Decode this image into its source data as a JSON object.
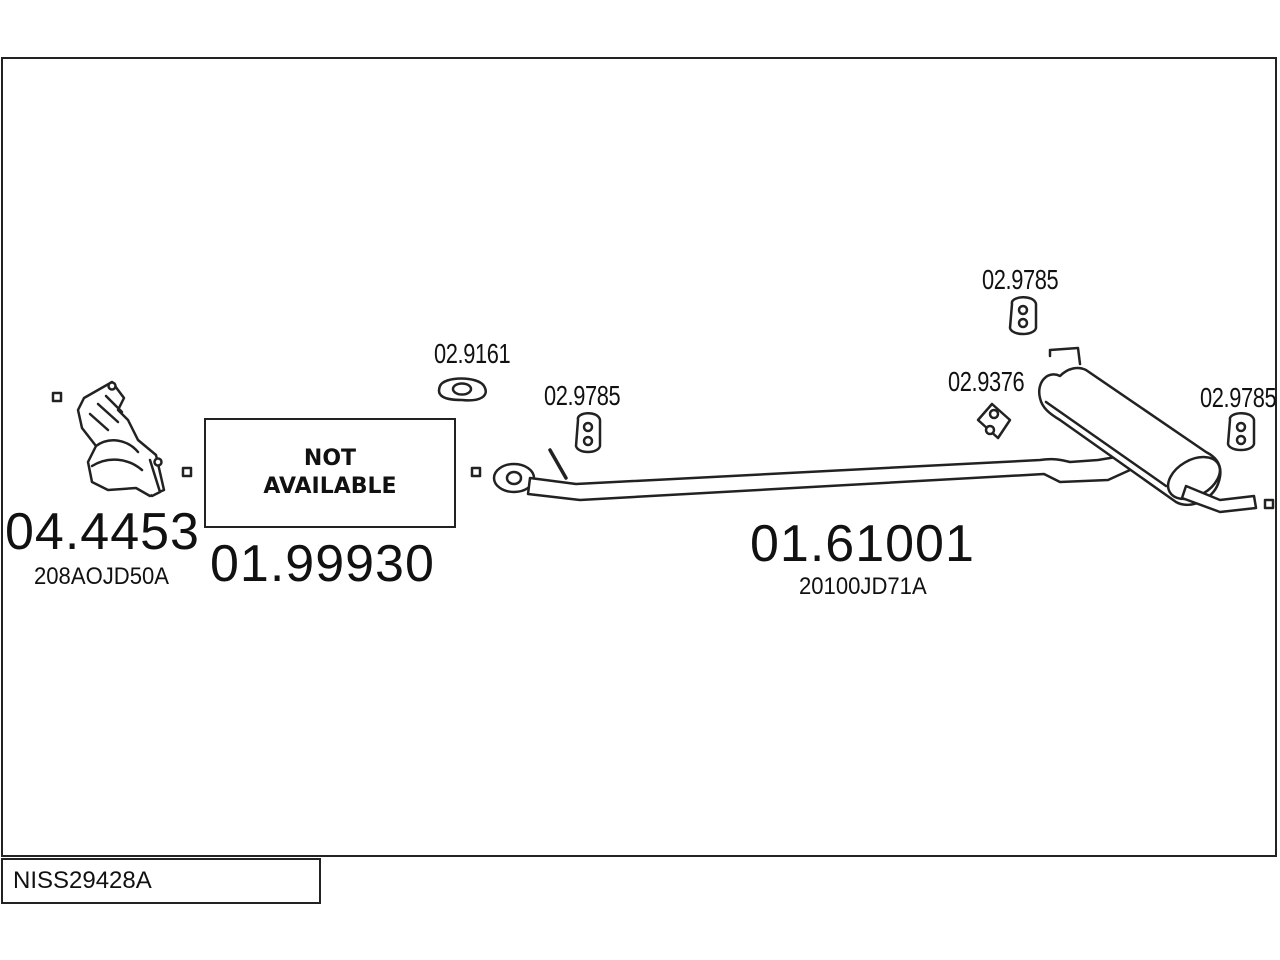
{
  "reference": "NISS29428A",
  "placeholder_text": "NOT\nAVAILABLE",
  "parts": {
    "catalytic_converter": {
      "code": "04.4453",
      "oe": "208AOJD50A"
    },
    "not_available_section": {
      "code": "01.99930"
    },
    "rear_silencer": {
      "code": "01.61001",
      "oe": "20100JD71A"
    },
    "gasket": {
      "code": "02.9161"
    },
    "rubber_mount_front": {
      "code": "02.9785"
    },
    "rubber_mount_top": {
      "code": "02.9785"
    },
    "rubber_mount_mid": {
      "code": "02.9376"
    },
    "rubber_mount_rear": {
      "code": "02.9785"
    }
  },
  "colors": {
    "line": "#222222",
    "background": "#ffffff"
  }
}
